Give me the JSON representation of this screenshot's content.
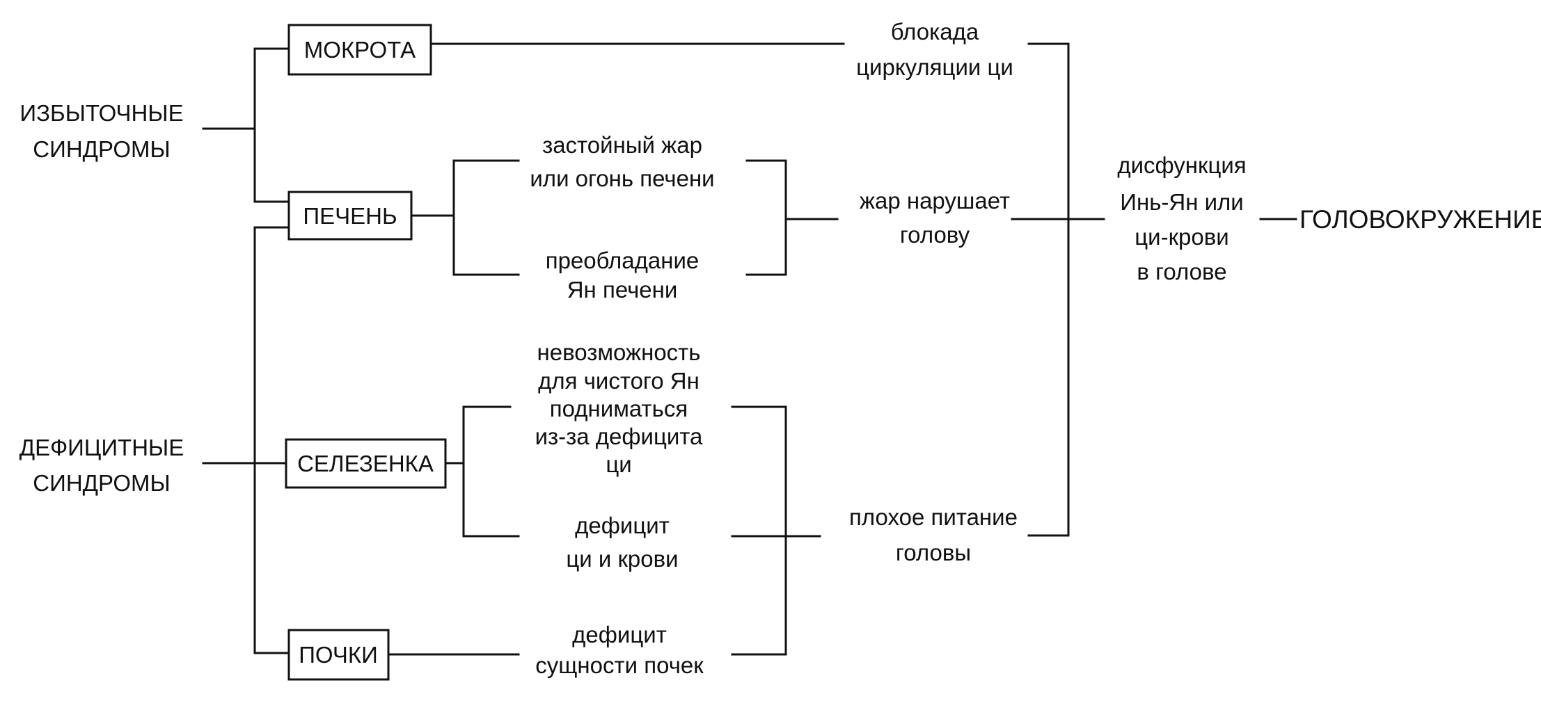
{
  "left_groups": {
    "excess": [
      "ИЗБЫТОЧНЫЕ",
      "СИНДРОМЫ"
    ],
    "deficit": [
      "ДЕФИЦИТНЫЕ",
      "СИНДРОМЫ"
    ]
  },
  "organs": {
    "phlegm": "МОКРОТА",
    "liver": "ПЕЧЕНЬ",
    "spleen": "СЕЛЕЗЕНКА",
    "kidneys": "ПОЧКИ"
  },
  "causes": {
    "liver_fire": [
      "застойный жар",
      "или огонь печени"
    ],
    "liver_yang": [
      "преобладание",
      "Ян печени"
    ],
    "pure_yang": [
      "невозможность",
      "для чистого Ян",
      "подниматься",
      "из-за дефицита",
      "ци"
    ],
    "qi_blood": [
      "дефицит",
      "ци и крови"
    ],
    "kidney_essence": [
      "дефицит",
      "сущности почек"
    ]
  },
  "mechanisms": {
    "qi_block": [
      "блокада",
      "циркуляции ци"
    ],
    "heat": [
      "жар нарушает",
      "голову"
    ],
    "poor_nutrition": [
      "плохое питание",
      "головы"
    ]
  },
  "dysfunction": [
    "дисфункция",
    "Инь-Ян или",
    "ци-крови",
    "в голове"
  ],
  "result": "ГОЛОВОКРУЖЕНИЕ",
  "colors": {
    "line": "#111111",
    "background": "#ffffff"
  }
}
